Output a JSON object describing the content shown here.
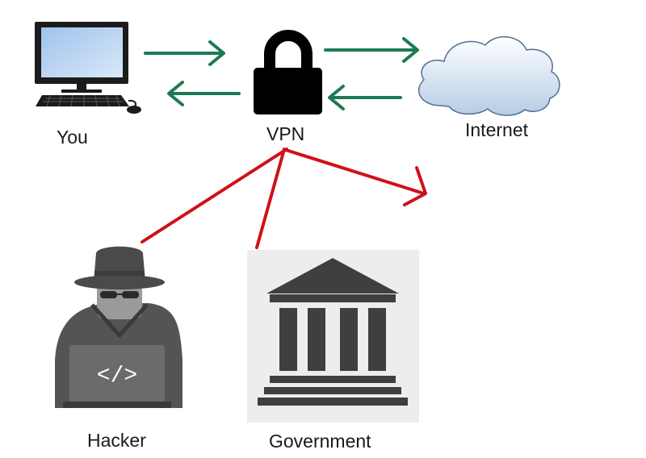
{
  "nodes": {
    "you": {
      "label": "You",
      "icon": "desktop-computer-icon"
    },
    "vpn": {
      "label": "VPN",
      "icon": "padlock-icon"
    },
    "internet": {
      "label": "Internet",
      "icon": "cloud-icon"
    },
    "hacker": {
      "label": "Hacker",
      "icon": "hacker-icon",
      "screen_text": "</>"
    },
    "government": {
      "label": "Government",
      "icon": "government-building-icon"
    }
  },
  "colors": {
    "safe_arrow": "#1e7a52",
    "blocked_line": "#d0101a",
    "cloud_fill": "#c9d9ec",
    "hacker_gray": "#5e5e5e",
    "gov_background": "#ededed"
  }
}
